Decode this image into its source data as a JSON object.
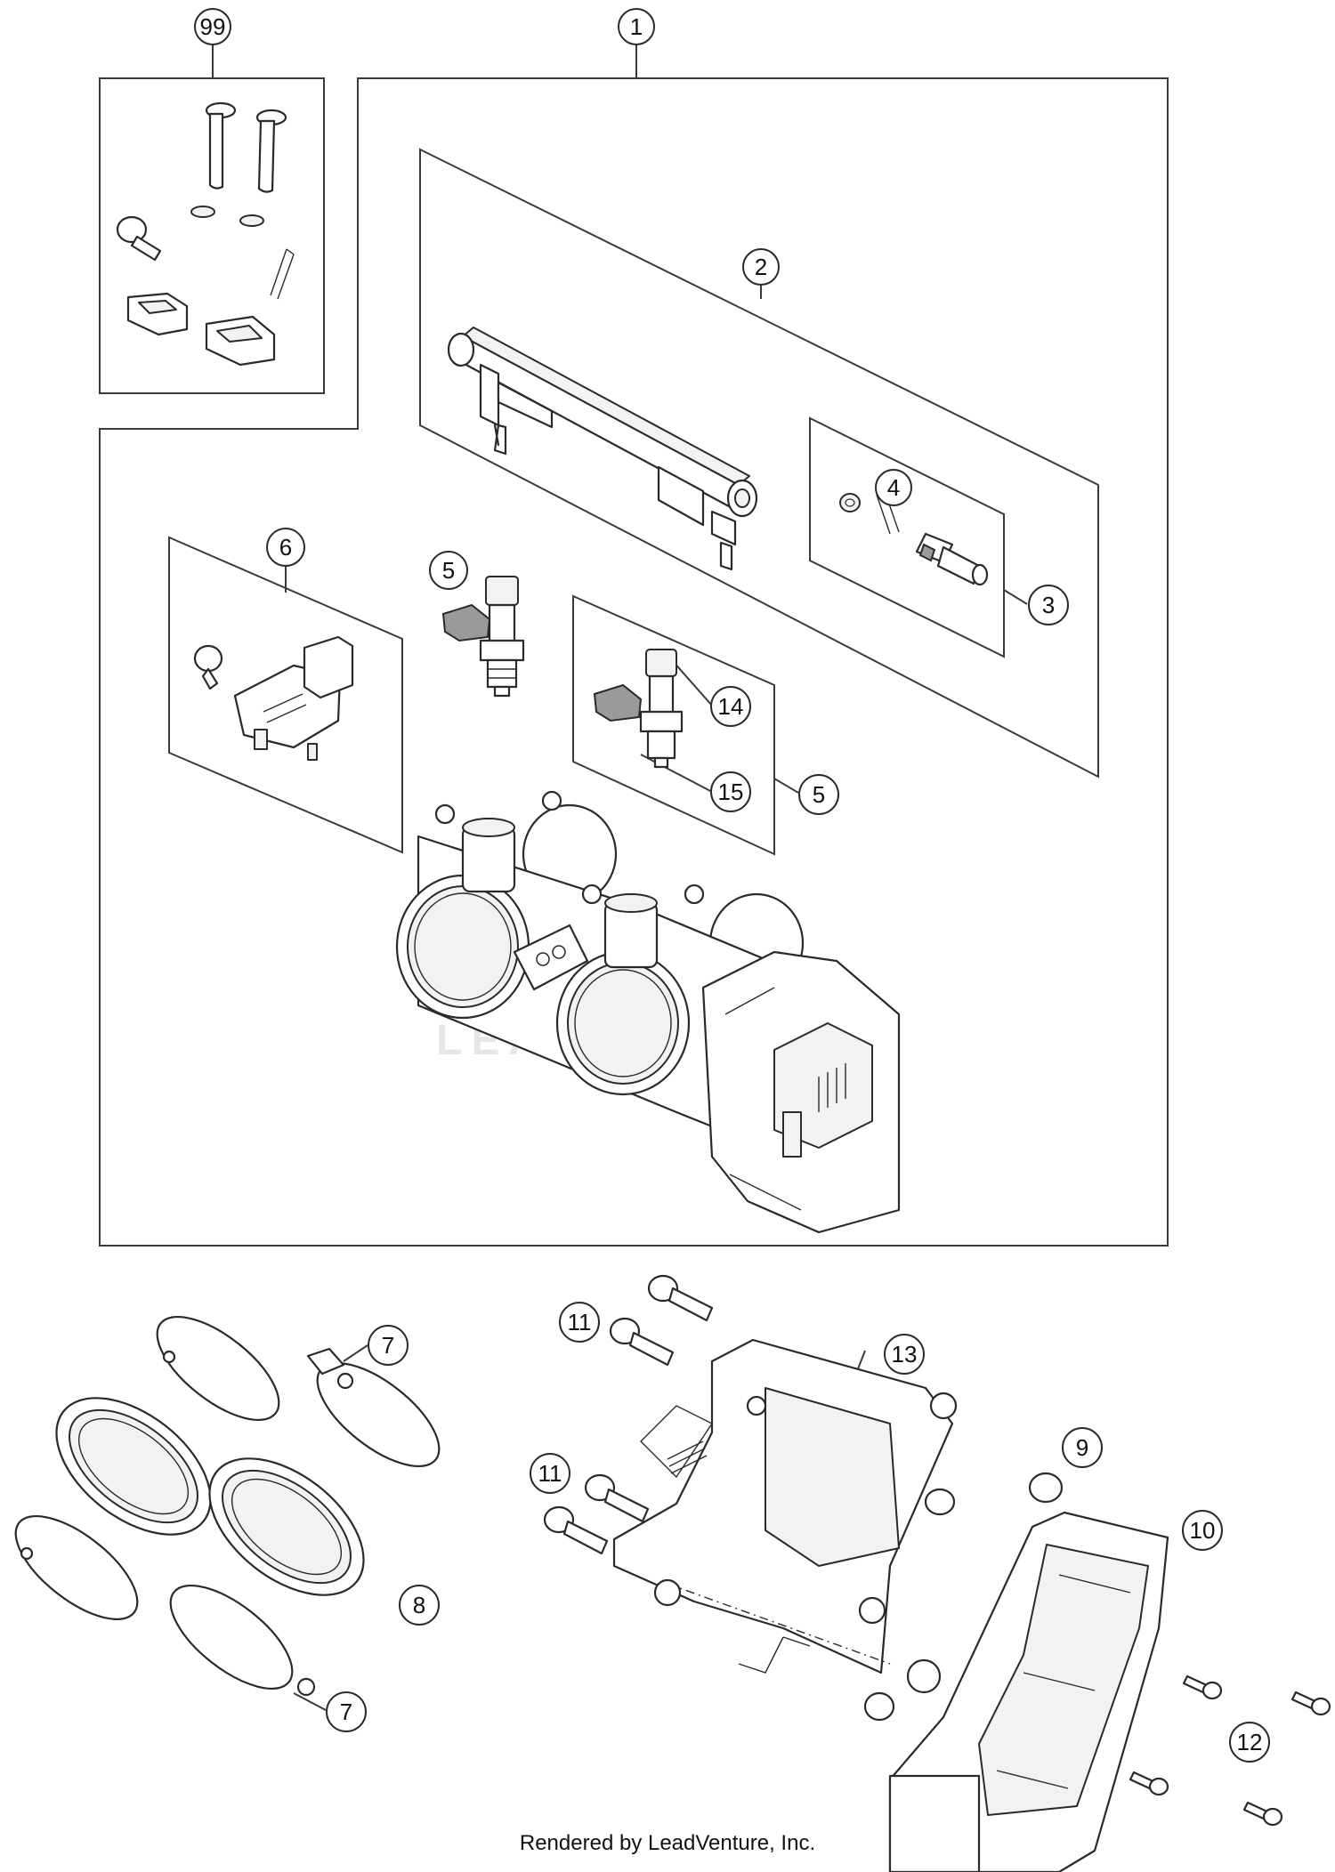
{
  "diagram": {
    "callouts": {
      "c99": "99",
      "c1": "1",
      "c2": "2",
      "c3": "3",
      "c4": "4",
      "c5a": "5",
      "c5b": "5",
      "c6": "6",
      "c14": "14",
      "c15": "15",
      "c7a": "7",
      "c7b": "7",
      "c8": "8",
      "c9": "9",
      "c10": "10",
      "c11a": "11",
      "c11b": "11",
      "c12": "12",
      "c13": "13"
    },
    "watermark": "LEADVENTURE",
    "credit": "Rendered by LeadVenture, Inc."
  }
}
